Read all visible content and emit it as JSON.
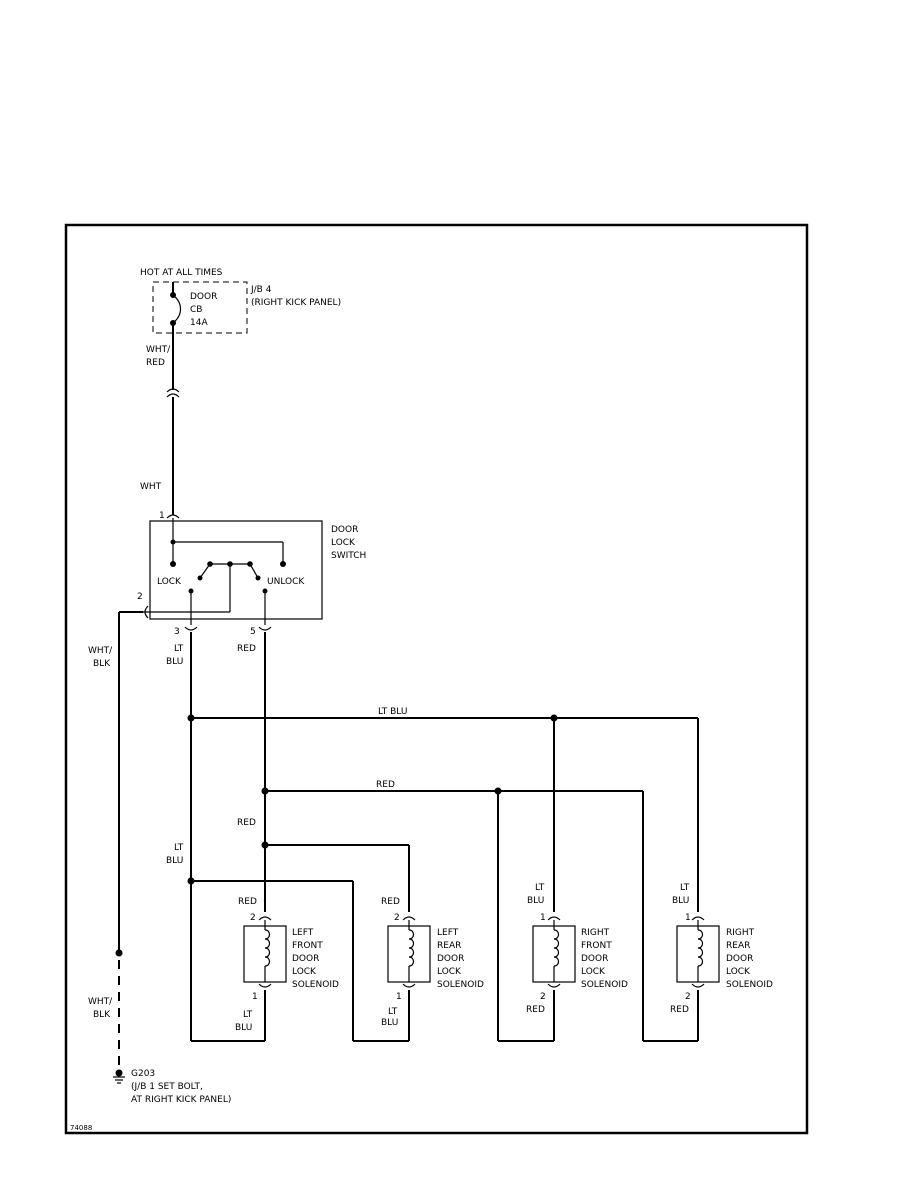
{
  "diagram_id": "74088",
  "power": {
    "hot_label": "HOT AT ALL TIMES",
    "fuse_name": "DOOR",
    "fuse_type": "CB",
    "fuse_rating": "14A",
    "jb_name": "J/B 4",
    "jb_location": "(RIGHT KICK PANEL)"
  },
  "wires": {
    "wht_red_1": "WHT/",
    "wht_red_2": "RED",
    "wht": "WHT",
    "wht_blk_1": "WHT/",
    "wht_blk_2": "BLK",
    "lt": "LT",
    "blu": "BLU",
    "red": "RED",
    "lt_blu": "LT BLU"
  },
  "switch": {
    "name_1": "DOOR",
    "name_2": "LOCK",
    "name_3": "SWITCH",
    "lock_label": "LOCK",
    "unlock_label": "UNLOCK",
    "pin_1": "1",
    "pin_2": "2",
    "pin_3": "3",
    "pin_5": "5"
  },
  "solenoids": [
    {
      "line1": "LEFT",
      "line2": "FRONT",
      "line3": "DOOR",
      "line4": "LOCK",
      "line5": "SOLENOID",
      "top_pin": "2",
      "bottom_pin": "1"
    },
    {
      "line1": "LEFT",
      "line2": "REAR",
      "line3": "DOOR",
      "line4": "LOCK",
      "line5": "SOLENOID",
      "top_pin": "2",
      "bottom_pin": "1"
    },
    {
      "line1": "RIGHT",
      "line2": "FRONT",
      "line3": "DOOR",
      "line4": "LOCK",
      "line5": "SOLENOID",
      "top_pin": "1",
      "bottom_pin": "2"
    },
    {
      "line1": "RIGHT",
      "line2": "REAR",
      "line3": "DOOR",
      "line4": "LOCK",
      "line5": "SOLENOID",
      "top_pin": "1",
      "bottom_pin": "2"
    }
  ],
  "ground": {
    "name": "G203",
    "desc_1": "(J/B 1 SET BOLT,",
    "desc_2": "AT RIGHT KICK PANEL)"
  }
}
